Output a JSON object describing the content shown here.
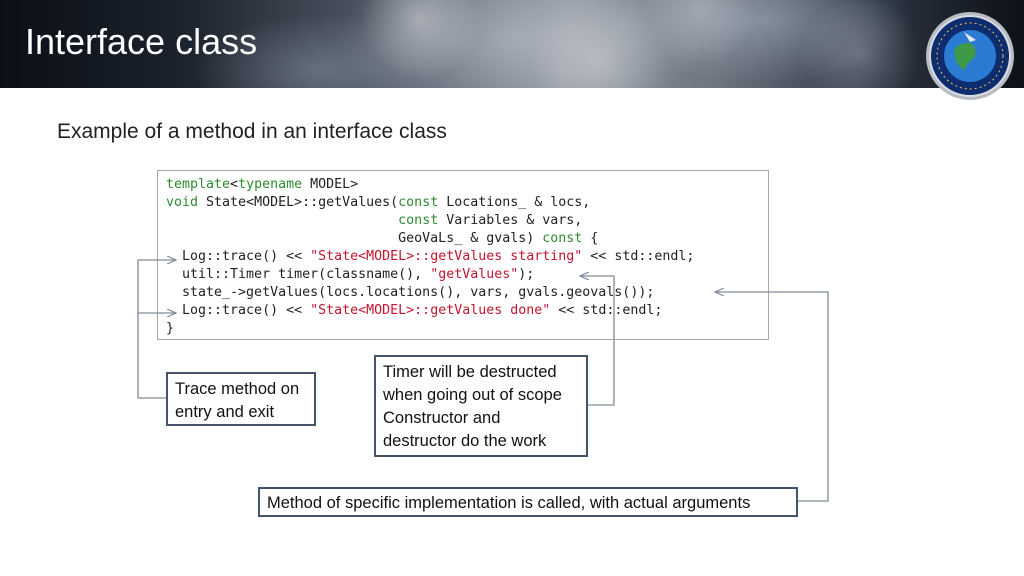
{
  "header": {
    "title": "Interface class",
    "logo_name": "seal-logo"
  },
  "slide": {
    "subtitle": "Example of a method in an interface class"
  },
  "code": {
    "lines": [
      {
        "parts": [
          {
            "t": "template",
            "c": "kw"
          },
          {
            "t": "<"
          },
          {
            "t": "typename",
            "c": "kw"
          },
          {
            "t": " MODEL>"
          }
        ]
      },
      {
        "parts": [
          {
            "t": "void",
            "c": "kw"
          },
          {
            "t": " State<MODEL>::getValues("
          },
          {
            "t": "const",
            "c": "kw"
          },
          {
            "t": " Locations_ & locs,"
          }
        ]
      },
      {
        "parts": [
          {
            "t": "                             "
          },
          {
            "t": "const",
            "c": "kw"
          },
          {
            "t": " Variables & vars,"
          }
        ]
      },
      {
        "parts": [
          {
            "t": "                             GeoVaLs_ & gvals) "
          },
          {
            "t": "const",
            "c": "kw"
          },
          {
            "t": " {"
          }
        ]
      },
      {
        "parts": [
          {
            "t": "  Log::trace() << "
          },
          {
            "t": "\"State<MODEL>::getValues starting\"",
            "c": "str"
          },
          {
            "t": " << std::endl;"
          }
        ]
      },
      {
        "parts": [
          {
            "t": "  util::Timer timer(classname(), "
          },
          {
            "t": "\"getValues\"",
            "c": "str"
          },
          {
            "t": ");"
          }
        ]
      },
      {
        "parts": [
          {
            "t": "  state_->getValues(locs.locations(), vars, gvals.geovals());"
          }
        ]
      },
      {
        "parts": [
          {
            "t": "  Log::trace() << "
          },
          {
            "t": "\"State<MODEL>::getValues done\"",
            "c": "str"
          },
          {
            "t": " << std::endl;"
          }
        ]
      },
      {
        "parts": [
          {
            "t": "}"
          }
        ]
      }
    ]
  },
  "notes": {
    "trace": [
      "Trace method on",
      "entry and exit"
    ],
    "timer": [
      "Timer will be destructed",
      "when going out of scope",
      "Constructor and",
      "destructor do the work"
    ],
    "method": [
      "Method of specific implementation is called, with actual arguments"
    ]
  },
  "colors": {
    "keyword": "#2e8b2e",
    "string": "#c4142e",
    "note_border": "#44546a",
    "arrow": "#7f8c99"
  }
}
